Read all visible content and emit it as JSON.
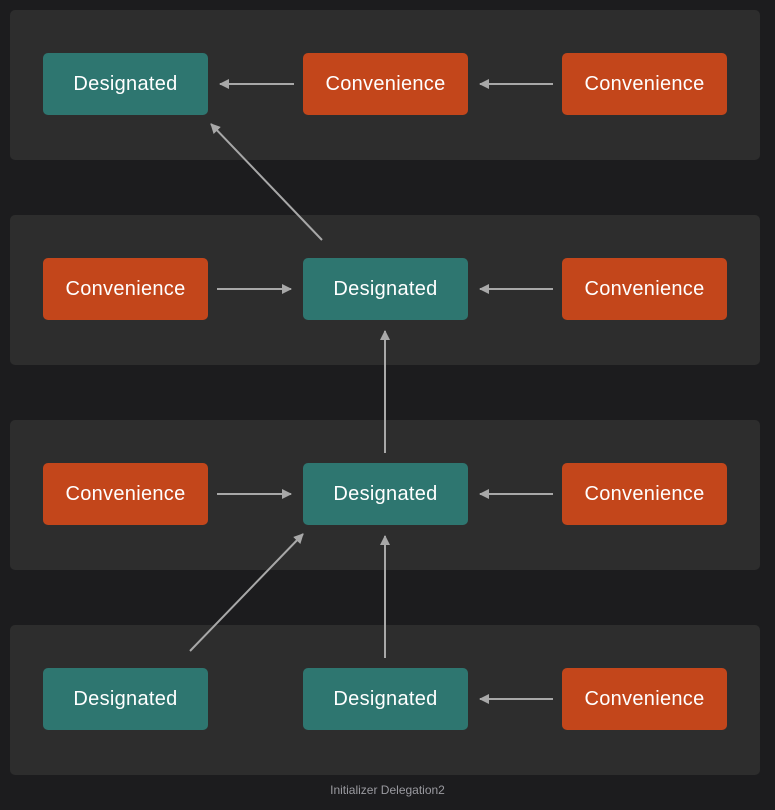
{
  "colors": {
    "background": "#1c1c1e",
    "panel": "#2d2d2d",
    "designated": "#2e7670",
    "convenience": "#c3461b",
    "arrow": "#a8a8a8",
    "caption": "#9a9aa0"
  },
  "nodes": [
    [
      "Designated",
      "Convenience",
      "Convenience"
    ],
    [
      "Convenience",
      "Designated",
      "Convenience"
    ],
    [
      "Convenience",
      "Designated",
      "Convenience"
    ],
    [
      "Designated",
      "Designated",
      "Convenience"
    ]
  ],
  "caption": "Initializer Delegation2"
}
